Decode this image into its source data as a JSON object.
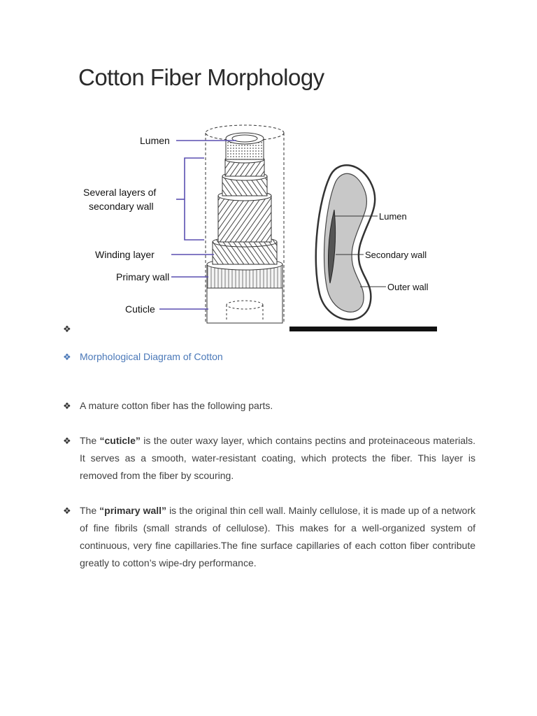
{
  "title": "Cotton Fiber Morphology",
  "bullet_glyph": "❖",
  "figure": {
    "left_labels": {
      "lumen": "Lumen",
      "secondary_line1": "Several layers of",
      "secondary_line2": "secondary wall",
      "winding": "Winding layer",
      "primary": "Primary wall",
      "cuticle": "Cuticle"
    },
    "right_labels": {
      "lumen": "Lumen",
      "secondary": "Secondary wall",
      "outer": "Outer wall"
    }
  },
  "caption": "Morphological Diagram of Cotton",
  "paragraphs": {
    "p1": "A mature cotton fiber has the following parts.",
    "p2": {
      "pre": "The ",
      "term": "“cuticle”",
      "post": " is the outer waxy layer, which contains pectins and proteinaceous materials. It serves as a smooth, water-resistant coating, which protects the fiber. This layer is removed from the fiber by scouring."
    },
    "p3": {
      "pre": "The ",
      "term": "“primary wall”",
      "post": " is the original thin cell wall. Mainly cellulose, it is made up of a network of fine fibrils (small strands of cellulose). This makes for a well-organized system of continuous, very fine capillaries.The fine surface capillaries of each cotton fiber contribute greatly to cotton’s wipe-dry performance."
    }
  }
}
